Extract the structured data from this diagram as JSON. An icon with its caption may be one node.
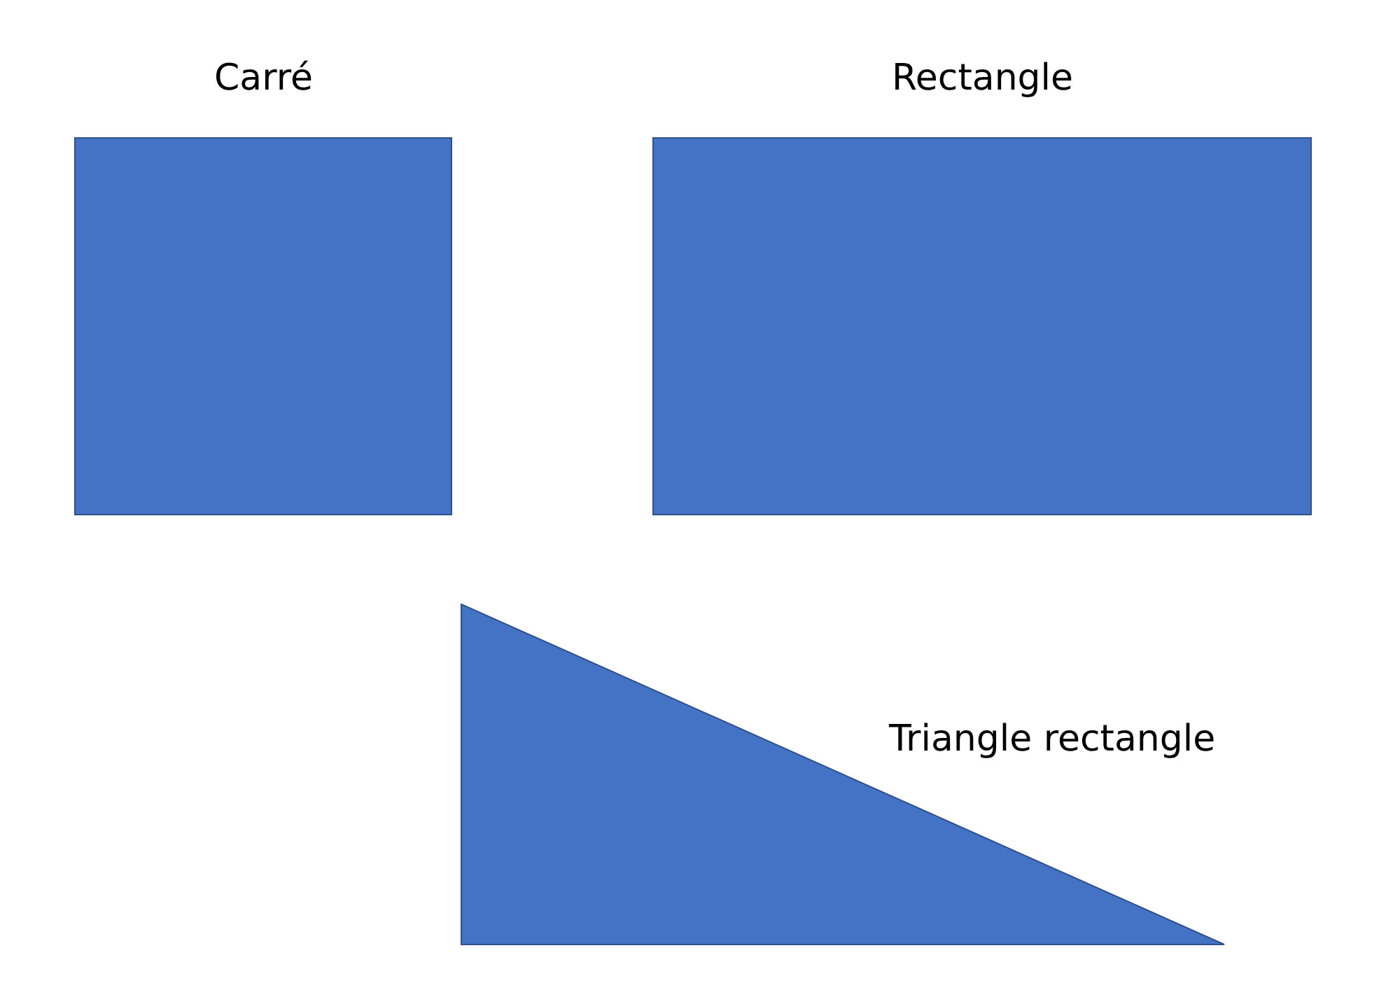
{
  "diagram": {
    "nodes": [
      {
        "text": [
          "Carré"
        ]
      },
      {
        "text": [
          "Rectangle"
        ]
      },
      {
        "text": [
          "Triangle rectangle"
        ]
      }
    ]
  }
}
